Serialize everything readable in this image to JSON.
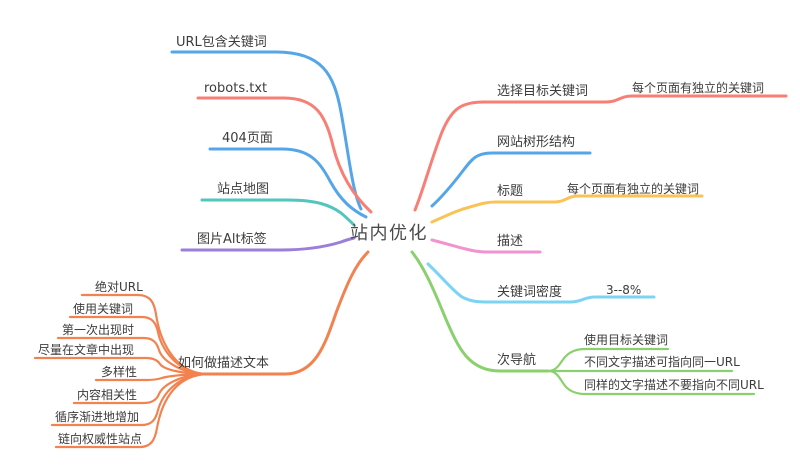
{
  "center": {
    "label": "站内优化"
  },
  "colors": {
    "blue": "#55A6E8",
    "red": "#F87F76",
    "teal": "#52C5BC",
    "purple": "#9A7EDA",
    "orange": "#F2824F",
    "yellow": "#F8C455",
    "pink": "#F193CF",
    "cyan": "#7DD3F2",
    "green": "#8BD06E"
  },
  "left": {
    "branches": [
      {
        "label": "URL包含关键词"
      },
      {
        "label": "robots.txt"
      },
      {
        "label": "404页面"
      },
      {
        "label": "站点地图"
      },
      {
        "label": "图片Alt标签"
      },
      {
        "label": "如何做描述文本"
      }
    ],
    "how_to_desc_children": [
      {
        "label": "绝对URL"
      },
      {
        "label": "使用关键词"
      },
      {
        "label": "第一次出现时"
      },
      {
        "label": "尽量在文章中出现"
      },
      {
        "label": "多样性"
      },
      {
        "label": "内容相关性"
      },
      {
        "label": "循序渐进地增加"
      },
      {
        "label": "链向权威性站点"
      }
    ]
  },
  "right": {
    "branches": [
      {
        "label": "选择目标关键词",
        "note": "每个页面有独立的关键词"
      },
      {
        "label": "网站树形结构"
      },
      {
        "label": "标题",
        "note": "每个页面有独立的关键词"
      },
      {
        "label": "描述"
      },
      {
        "label": "关键词密度",
        "note": "3--8%"
      },
      {
        "label": "次导航",
        "children": [
          {
            "label": "使用目标关键词"
          },
          {
            "label": "不同文字描述可指向同一URL"
          },
          {
            "label": "同样的文字描述不要指向不同URL"
          }
        ]
      }
    ]
  }
}
